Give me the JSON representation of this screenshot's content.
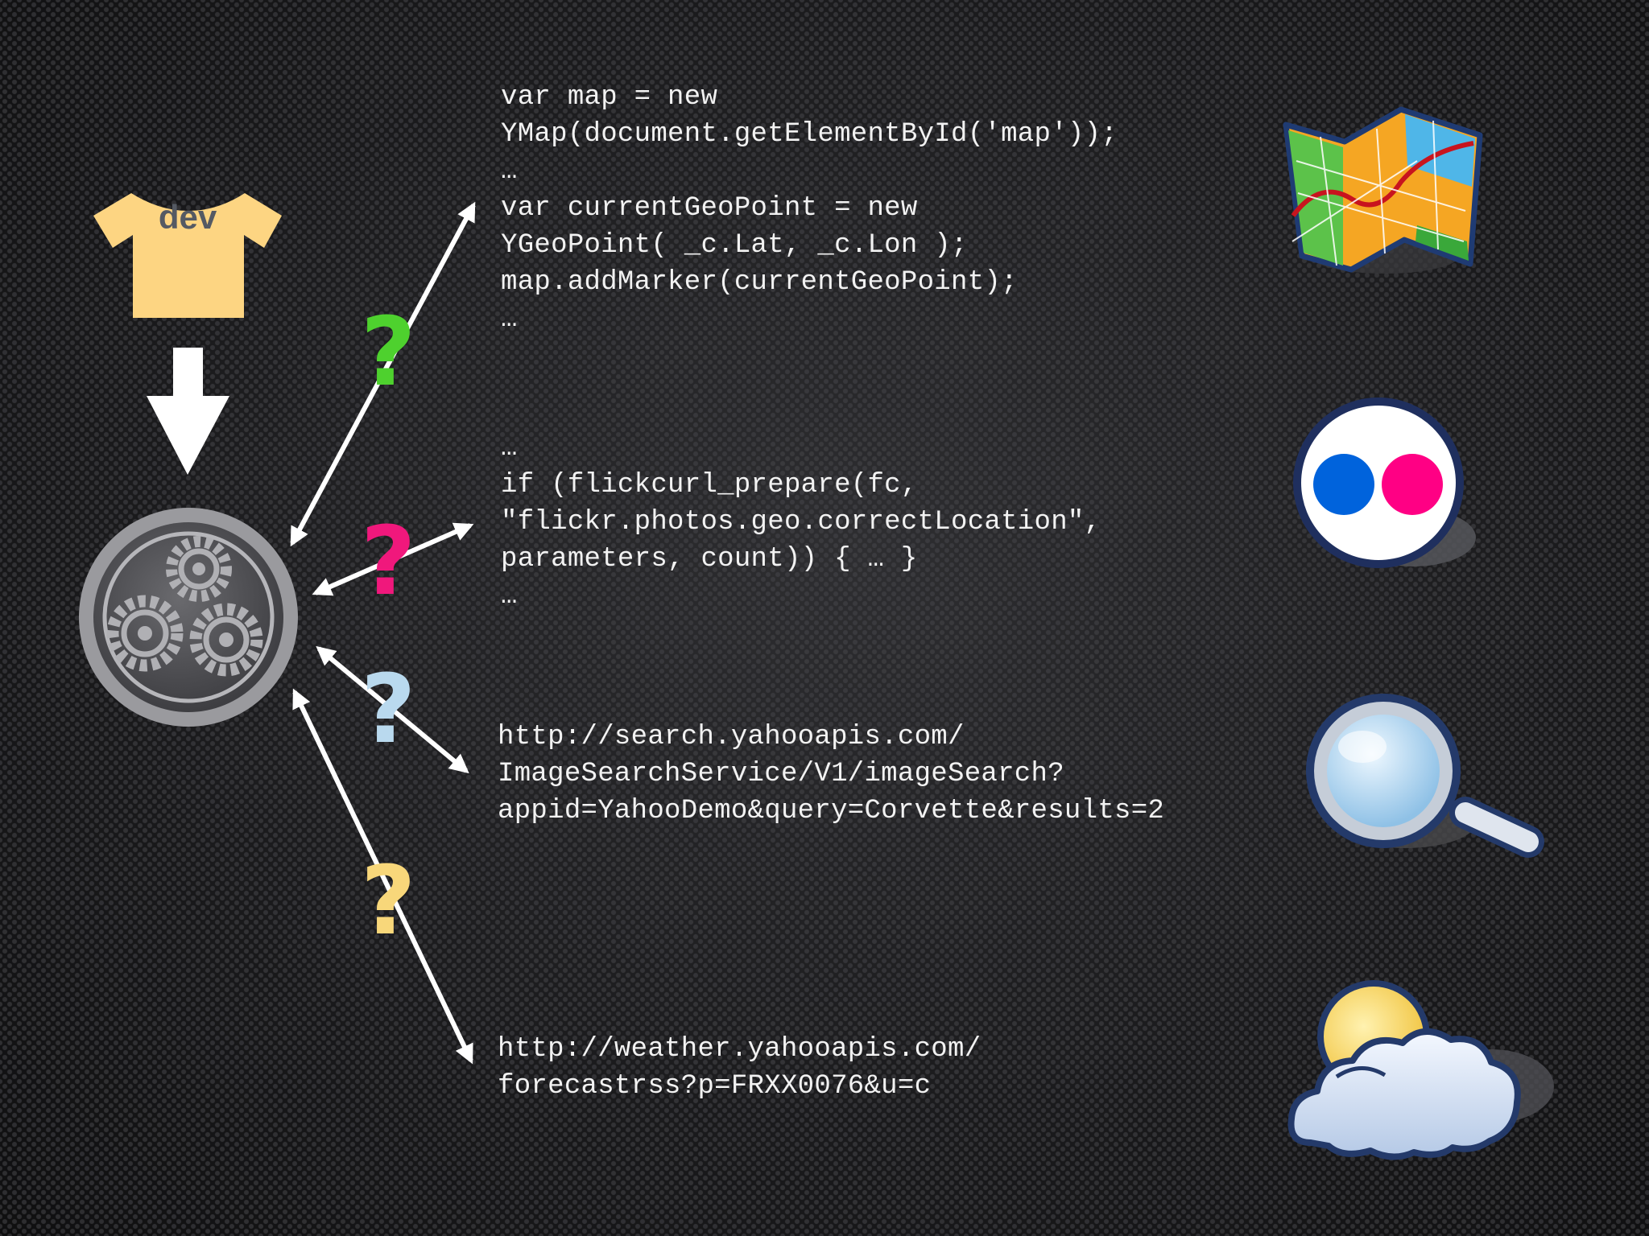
{
  "actor": {
    "label": "dev",
    "shirt_color": "#fdd582"
  },
  "connections": [
    {
      "question_mark": "?",
      "color": "#4ed12e",
      "target": "maps-api"
    },
    {
      "question_mark": "?",
      "color": "#f0187c",
      "target": "flickr-api"
    },
    {
      "question_mark": "?",
      "color": "#b9d9ee",
      "target": "search-api"
    },
    {
      "question_mark": "?",
      "color": "#f8d77a",
      "target": "weather-api"
    }
  ],
  "code_snippets": {
    "maps": "var map = new\nYMap(document.getElementById('map'));\n…\nvar currentGeoPoint = new\nYGeoPoint( _c.Lat, _c.Lon );\nmap.addMarker(currentGeoPoint);\n…",
    "flickr": "…\nif (flickcurl_prepare(fc,\n\"flickr.photos.geo.correctLocation\",\nparameters, count)) { … }\n…",
    "search": "http://search.yahooapis.com/\nImageSearchService/V1/imageSearch?\nappid=YahooDemo&query=Corvette&results=2",
    "weather": "http://weather.yahooapis.com/\nforecastrss?p=FRXX0076&u=c"
  },
  "icons": {
    "app": "gears-icon",
    "maps": "map-icon",
    "flickr": "flickr-logo-icon",
    "search": "magnifier-icon",
    "weather": "weather-cloud-icon"
  },
  "colors": {
    "flickr_blue": "#0063dc",
    "flickr_pink": "#ff0084",
    "text": "#f2f2f2"
  }
}
